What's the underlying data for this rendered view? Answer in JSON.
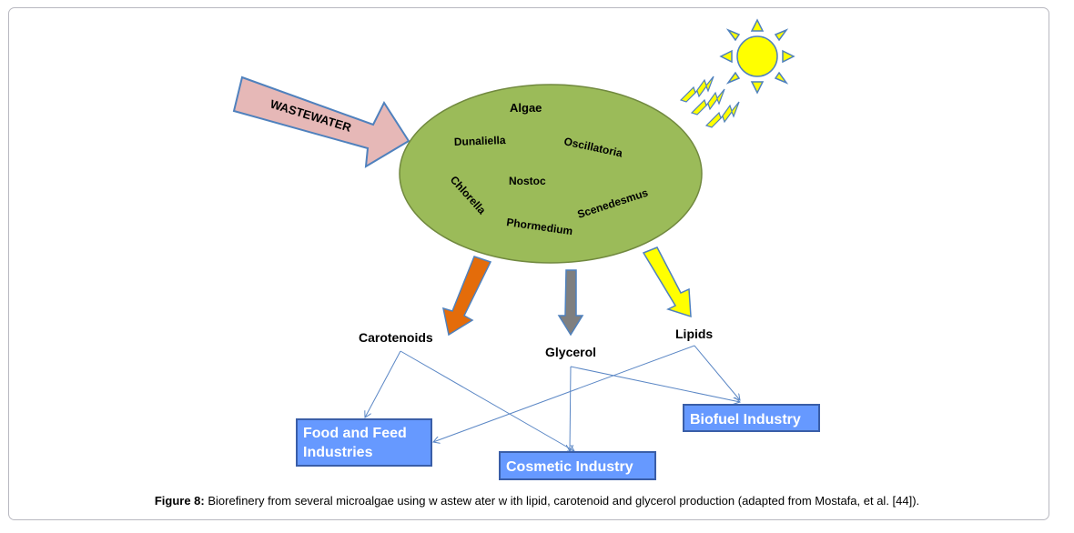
{
  "diagram": {
    "input_arrow": {
      "label": "WASTEWATER",
      "color": "#e6b8b7"
    },
    "algae_ellipse": {
      "title": "Algae",
      "color": "#9bbb59",
      "species": [
        "Dunaliella",
        "Oscillatoria",
        "Nostoc",
        "Chlorella",
        "Scenedesmus",
        "Phormedium"
      ]
    },
    "sun_icon": {
      "color": "#ffff00"
    },
    "products": [
      {
        "label": "Carotenoids",
        "arrow_color": "#e46c0a"
      },
      {
        "label": "Glycerol",
        "arrow_color": "#7f7f7f"
      },
      {
        "label": "Lipids",
        "arrow_color": "#ffff00"
      }
    ],
    "industries": [
      {
        "label_line1": "Food and Feed",
        "label_line2": "Industries"
      },
      {
        "label": "Cosmetic Industry"
      },
      {
        "label": "Biofuel Industry"
      }
    ],
    "links": [
      {
        "from": "Carotenoids",
        "to": "Food and Feed Industries"
      },
      {
        "from": "Carotenoids",
        "to": "Cosmetic Industry"
      },
      {
        "from": "Glycerol",
        "to": "Cosmetic Industry"
      },
      {
        "from": "Glycerol",
        "to": "Biofuel Industry"
      },
      {
        "from": "Lipids",
        "to": "Food and Feed Industries"
      },
      {
        "from": "Lipids",
        "to": "Biofuel Industry"
      }
    ]
  },
  "caption": {
    "prefix": "Figure 8:",
    "text": " Biorefinery from several microalgae using w astew ater w ith lipid, carotenoid and glycerol production (adapted from Mostafa, et al. [44])."
  }
}
